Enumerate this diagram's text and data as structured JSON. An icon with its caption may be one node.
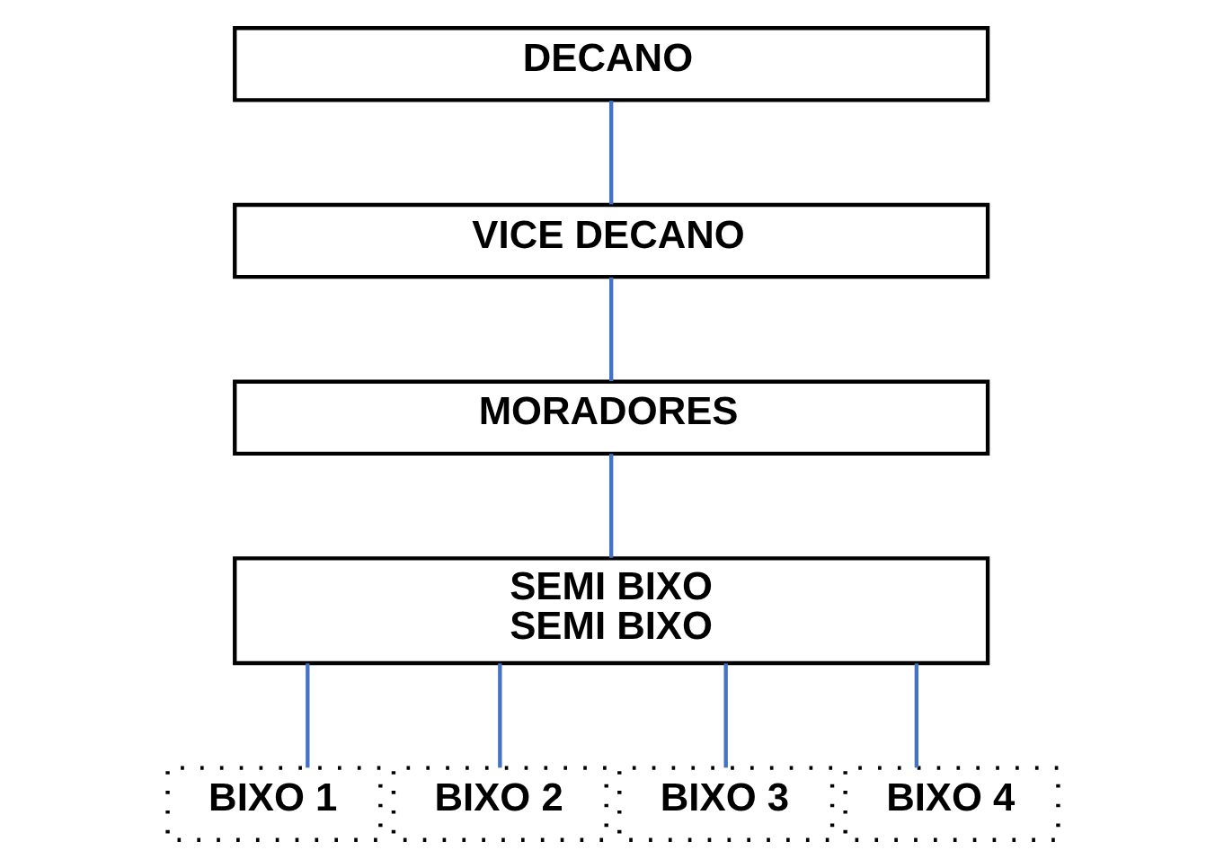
{
  "diagram": {
    "nodes": [
      {
        "text": [
          "DECANO"
        ]
      },
      {
        "text": [
          "VICE DECANO"
        ]
      },
      {
        "text": [
          "MORADORES"
        ]
      },
      {
        "text": [
          "SEMI BIXO",
          "SEMI BIXO"
        ]
      },
      {
        "text": [
          "BIXO 1"
        ]
      },
      {
        "text": [
          "BIXO 2"
        ]
      },
      {
        "text": [
          "BIXO 3"
        ]
      },
      {
        "text": [
          "BIXO 4"
        ]
      }
    ],
    "edges": [
      {
        "from": 0,
        "to": 1,
        "arrow": "none"
      },
      {
        "from": 1,
        "to": 2,
        "arrow": "none"
      },
      {
        "from": 2,
        "to": 3,
        "arrow": "none"
      },
      {
        "from": 3,
        "to": 4,
        "arrow": "none"
      },
      {
        "from": 3,
        "to": 5,
        "arrow": "none"
      },
      {
        "from": 3,
        "to": 6,
        "arrow": "none"
      },
      {
        "from": 3,
        "to": 7,
        "arrow": "none"
      }
    ]
  }
}
